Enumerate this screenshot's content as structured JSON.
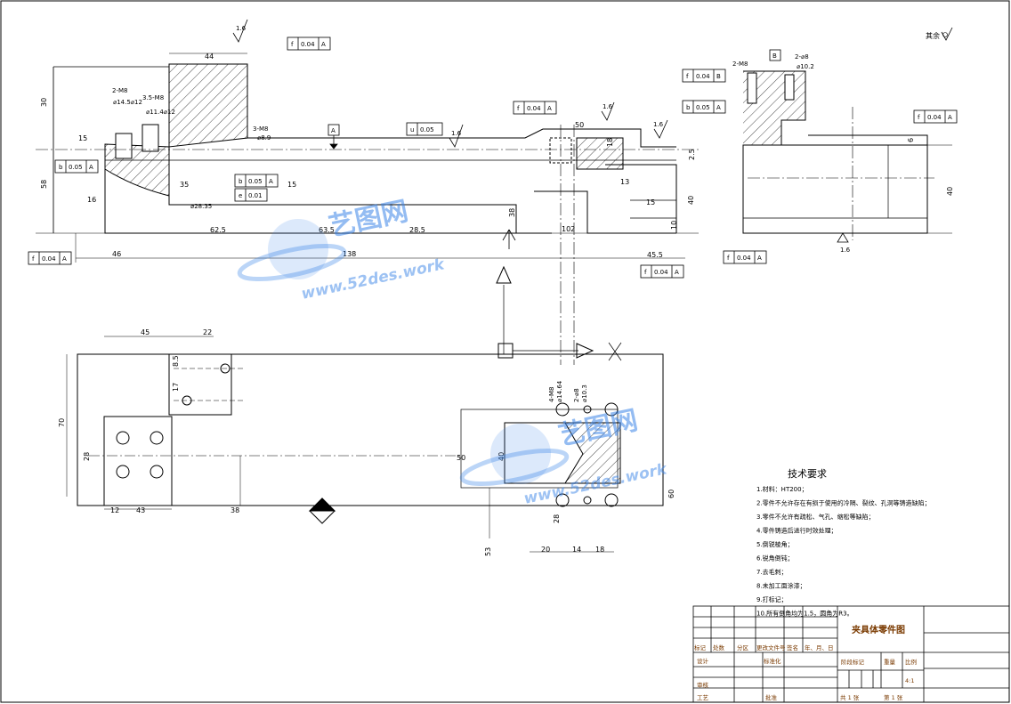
{
  "drawing": {
    "surface_symbol": "其余",
    "title_block": {
      "drawing_name": "夹具体零件图",
      "scale": "4:1",
      "sheets_total": "共 1 张",
      "sheet_no": "第 1 张",
      "headers": [
        "标记",
        "处数",
        "分区",
        "更改文件号",
        "签名",
        "年、月、日"
      ],
      "row_design": "设计",
      "row_standard": "标准化",
      "row_stage": "阶段标记",
      "row_weight": "重量",
      "row_ratio": "比例",
      "row_review": "审核",
      "row_process": "工艺",
      "row_approve": "批准"
    },
    "tech_req_title": "技术要求",
    "tech_req": [
      "1.材料：HT200；",
      "2.零件不允许存在有损于使用的冷隔、裂纹、孔洞等铸造缺陷；",
      "3.零件不允许有疏松、气孔、缩松等缺陷；",
      "4.零件铸造后进行时效处理；",
      "5.倒锐棱角；",
      "6.锐角倒钝；",
      "7.去毛刺；",
      "8.未加工面涂漆；",
      "9.打标记；",
      "10.所有倒角均为1.5，圆角为R3。"
    ],
    "tolerance_frames": {
      "f_a_top": [
        "f",
        "0.04",
        "A"
      ],
      "f_a_mid": [
        "f",
        "0.04",
        "A"
      ],
      "u_a": [
        "u",
        "0.05",
        "A"
      ],
      "b_a": [
        "b",
        "0.05",
        "A"
      ],
      "b_a_mid": [
        "b",
        "0.05",
        "A"
      ],
      "e": [
        "e",
        "0.01"
      ],
      "f_a_left": [
        "f",
        "0.04",
        "A"
      ],
      "f_a_right": [
        "f",
        "0.04",
        "A"
      ],
      "f_b_side": [
        "f",
        "0.04",
        "B"
      ],
      "b_a_side": [
        "b",
        "0.05",
        "A"
      ],
      "f_a_side": [
        "f",
        "0.04",
        "A"
      ],
      "f_a_side_bottom": [
        "f",
        "0.04",
        "A"
      ]
    },
    "datums": {
      "a": "A",
      "b": "B"
    },
    "roughness": {
      "r1": "1.6",
      "r2": "1.6",
      "r3": "1.6",
      "r4": "1.6",
      "r5": "1.6"
    },
    "dims_front": {
      "d44": "44",
      "d30": "30",
      "d15": "15",
      "d58": "58",
      "d16": "16",
      "d35": "35",
      "d15b": "15",
      "d62_5": "62.5",
      "d63_5": "63.5",
      "d28_5": "28.5",
      "d46": "46",
      "d50": "50",
      "d13": "13",
      "d15c": "15",
      "d40": "40",
      "d10": "10",
      "d18": "18",
      "d45_5": "45.5",
      "d138": "138",
      "d2_5": "2.5",
      "d38": "38",
      "d102": "102"
    },
    "callouts": {
      "holes_1": "2-M8",
      "holes_1b": "⌀14.5⌀12",
      "holes_2": "3.5-M8",
      "holes_2b": "⌀11.4⌀12",
      "hole_phi": "⌀28.35",
      "hole_m": "3-M8",
      "hole_m2": "⌀8.9",
      "top_m": "2-⌀8",
      "top_m2": "⌀10.2",
      "side_m": "2-M8",
      "plan_m1": "4-M8",
      "plan_m2": "⌀14.64",
      "plan_m3": "2-⌀8",
      "plan_m4": "⌀10.3"
    },
    "dims_plan": {
      "p45": "45",
      "p22": "22",
      "p8_5": "8.5",
      "p17": "17",
      "p28": "28",
      "p12": "12",
      "p43": "43",
      "p70": "70",
      "p38": "38",
      "p53": "53",
      "p20": "20",
      "p14": "14",
      "p18": "18",
      "p28b": "28",
      "p60": "60",
      "p50": "50",
      "p40": "40"
    },
    "dims_side": {
      "s6": "6",
      "s40": "40"
    }
  },
  "watermark": {
    "brand": "艺图网",
    "url": "www.52des.work",
    "color": "#3d86e8"
  }
}
